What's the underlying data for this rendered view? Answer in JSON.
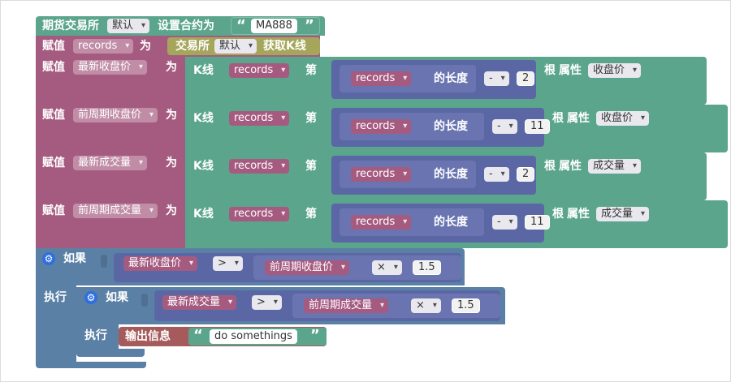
{
  "row1": {
    "label": "期货交易所",
    "exchange": "默认",
    "set_label": "设置合约为",
    "contract": "MA888"
  },
  "row2": {
    "assign": "赋值",
    "var": "records",
    "as": "为",
    "exchange_label": "交易所",
    "exchange": "默认",
    "get_k": "获取K线"
  },
  "rows": [
    {
      "assign": "赋值",
      "var": "最新收盘价",
      "as": "为",
      "kline": "K线",
      "records": "records",
      "nth": "第",
      "records2": "records",
      "length": "的长度",
      "op": "-",
      "num": "2",
      "root": "根",
      "attr": "属性",
      "attr_value": "收盘价"
    },
    {
      "assign": "赋值",
      "var": "前周期收盘价",
      "as": "为",
      "kline": "K线",
      "records": "records",
      "nth": "第",
      "records2": "records",
      "length": "的长度",
      "op": "-",
      "num": "11",
      "root": "根",
      "attr": "属性",
      "attr_value": "收盘价"
    },
    {
      "assign": "赋值",
      "var": "最新成交量",
      "as": "为",
      "kline": "K线",
      "records": "records",
      "nth": "第",
      "records2": "records",
      "length": "的长度",
      "op": "-",
      "num": "2",
      "root": "根",
      "attr": "属性",
      "attr_value": "成交量"
    },
    {
      "assign": "赋值",
      "var": "前周期成交量",
      "as": "为",
      "kline": "K线",
      "records": "records",
      "nth": "第",
      "records2": "records",
      "length": "的长度",
      "op": "-",
      "num": "11",
      "root": "根",
      "attr": "属性",
      "attr_value": "成交量"
    }
  ],
  "if1": {
    "if_label": "如果",
    "left": "最新收盘价",
    "cmp": ">",
    "right": "前周期收盘价",
    "mul": "×",
    "num": "1.5",
    "do_label": "执行"
  },
  "if2": {
    "if_label": "如果",
    "left": "最新成交量",
    "cmp": ">",
    "right": "前周期成交量",
    "mul": "×",
    "num": "1.5",
    "do_label": "执行"
  },
  "output": {
    "label": "输出信息",
    "text": "do somethings"
  },
  "colors": {
    "teal": "#5ba58c",
    "pink": "#a55b80",
    "olive": "#a5a55b",
    "purple": "#5b67a5",
    "blue": "#5b80a5",
    "salmon": "#a55b5b",
    "gear": "#2e6fe0"
  }
}
